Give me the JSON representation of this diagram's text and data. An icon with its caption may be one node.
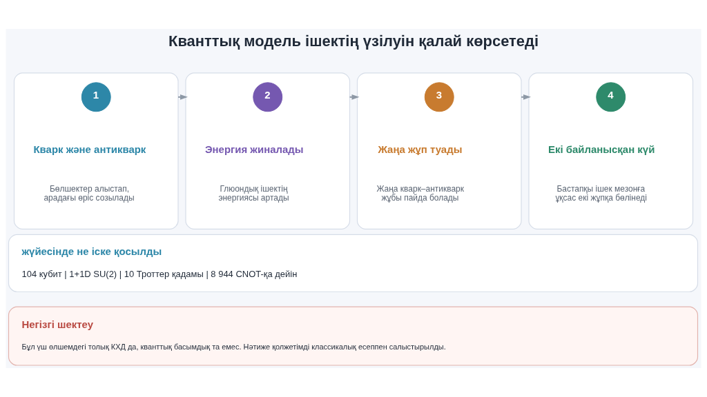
{
  "diagram": {
    "title": "Кванттық модель ішектің үзілуін қалай көрсетеді",
    "nodes": [
      {
        "text": [
          "Кварк және антикварк",
          "Бөлшектер алыстап, арадағы өріс созылады"
        ]
      },
      {
        "text": [
          "1"
        ],
        "in": 0
      },
      {
        "text": [
          "Энергия жиналады",
          "Глюондық ішектің энергиясы артады"
        ]
      },
      {
        "text": [
          "2"
        ],
        "in": 2
      },
      {
        "text": [
          "Жаңа жұп туады",
          "Жаңа кварк–антикварк жұбы пайда болады"
        ]
      },
      {
        "text": [
          "3"
        ],
        "in": 4
      },
      {
        "text": [
          "Екі байланысқан күй",
          "Бастапқы ішек мезонға ұқсас екі жұпқа бөлінеді"
        ]
      },
      {
        "text": [
          "4"
        ],
        "in": 6
      },
      {
        "text": [
          "жүйесінде не іске қосылды",
          "104 кубит | 1+1D SU(2) | 10 Троттер қадамы | 8 944 CNOT-қа дейін"
        ]
      },
      {
        "text": [
          "Негізгі шектеу",
          "Бұл үш өлшемдегі толық КХД да, кванттық басымдық та емес. Нәтиже қолжетімді классикалық есеппен салыстырылды."
        ]
      }
    ],
    "edges": [
      {
        "from": 0,
        "to": 2,
        "arrow": "to"
      },
      {
        "from": 2,
        "to": 4,
        "arrow": "to"
      },
      {
        "from": 4,
        "to": 6,
        "arrow": "to"
      }
    ]
  }
}
